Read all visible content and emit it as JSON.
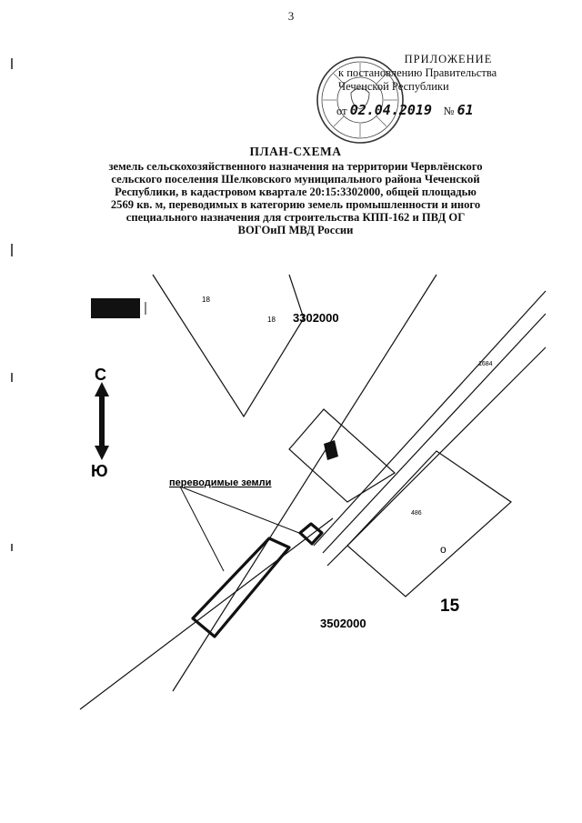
{
  "page_number": "3",
  "appendix": {
    "title": "ПРИЛОЖЕНИЕ",
    "line1": "к постановлению Правительства",
    "line2": "Чеченской Республики",
    "date_prefix": "от",
    "date_value": "02.04.2019",
    "number_prefix": "№",
    "number_value": "61"
  },
  "document_title": {
    "main": "ПЛАН-СХЕМА",
    "line1": "земель сельскохозяйственного назначения на территории Червлёнского",
    "line2": "сельского поселения Шелковского муниципального района Чеченской",
    "line3": "Республики, в кадастровом квартале 20:15:3302000, общей площадью",
    "line4": "2569 кв. м, переводимых в категорию земель промышленности и иного",
    "line5": "специального назначения для строительства КПП-162 и ПВД ОГ",
    "line6": "ВОГОиП МВД России"
  },
  "map": {
    "labels": {
      "parcel_18_a": "18",
      "parcel_18_b": "18",
      "quarter_top": "3302000",
      "quarter_bottom": "3502000",
      "parcel_1684": "1684",
      "parcel_486": "486",
      "parcel_o": "о",
      "sheet_15": "15",
      "transferred_lands": "переводимые земли",
      "north": "С",
      "south": "Ю"
    },
    "colors": {
      "ink": "#111111",
      "parcel_fill": "#ffffff"
    }
  }
}
